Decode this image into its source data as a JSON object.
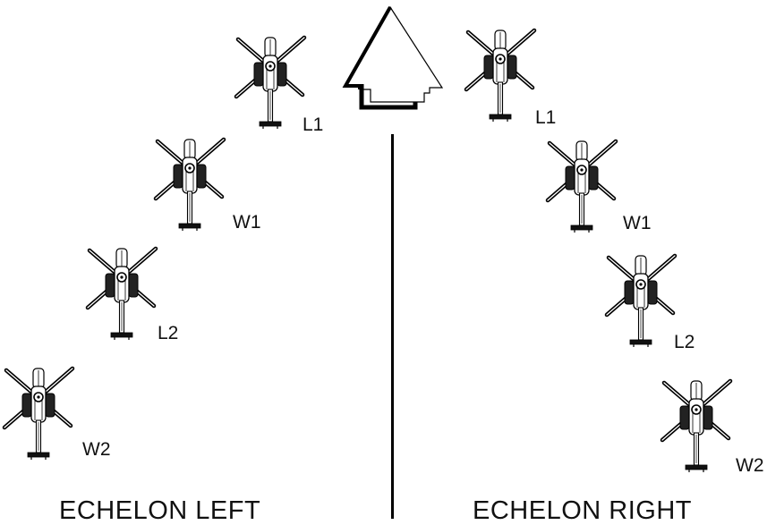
{
  "captions": {
    "left": "ECHELON LEFT",
    "right": "ECHELON RIGHT"
  },
  "formations": {
    "left": [
      {
        "label": "L1"
      },
      {
        "label": "W1"
      },
      {
        "label": "L2"
      },
      {
        "label": "W2"
      }
    ],
    "right": [
      {
        "label": "L1"
      },
      {
        "label": "W1"
      },
      {
        "label": "L2"
      },
      {
        "label": "W2"
      }
    ]
  },
  "icons": {
    "aircraft": "helicopter-icon",
    "direction": "direction-arrow-icon"
  },
  "colors": {
    "line": "#000000",
    "background": "#ffffff"
  }
}
